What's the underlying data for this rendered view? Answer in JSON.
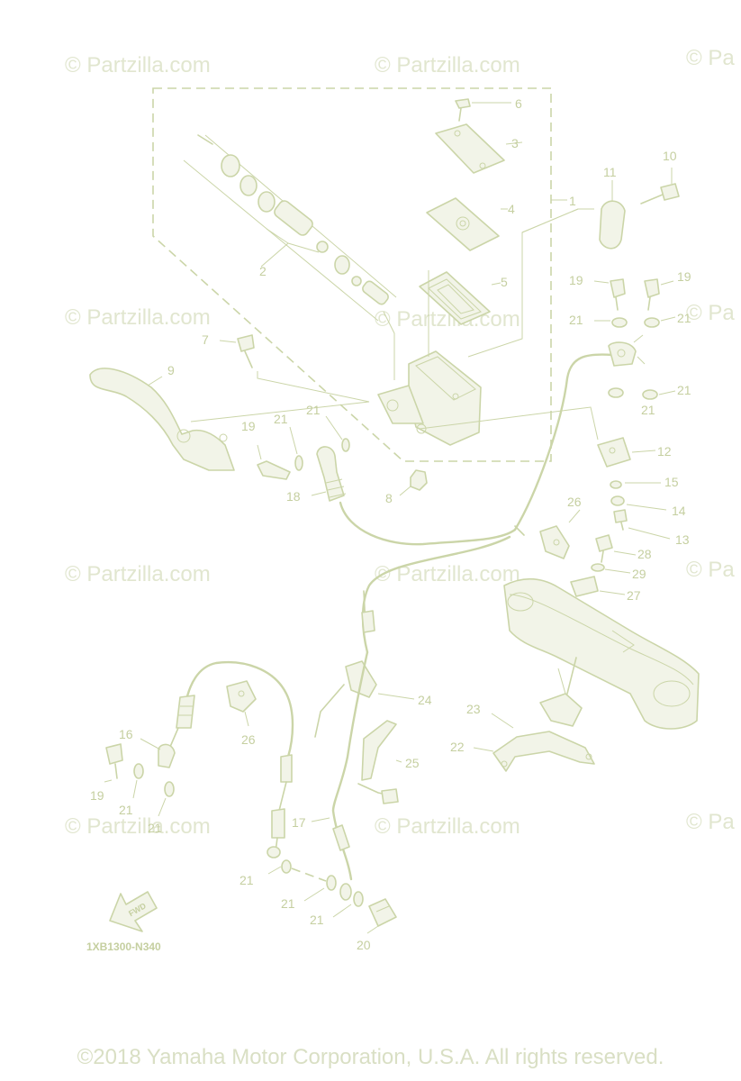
{
  "watermark": "© Partzilla.com",
  "watermark_partial": "© Pa",
  "diagram_code": "1XB1300-N340",
  "fwd_label": "FWD",
  "copyright": "©2018 Yamaha Motor Corporation, U.S.A. All rights reserved.",
  "colors": {
    "line": "#cbd5a8",
    "text": "#c5cfa0",
    "watermark": "#e1e6cf",
    "copyright": "#d9dfc4"
  },
  "callouts": [
    "1",
    "2",
    "3",
    "4",
    "5",
    "6",
    "7",
    "8",
    "9",
    "10",
    "11",
    "12",
    "13",
    "14",
    "15",
    "16",
    "17",
    "18",
    "19",
    "20",
    "21",
    "22",
    "23",
    "24",
    "25",
    "26",
    "27",
    "28",
    "29"
  ]
}
